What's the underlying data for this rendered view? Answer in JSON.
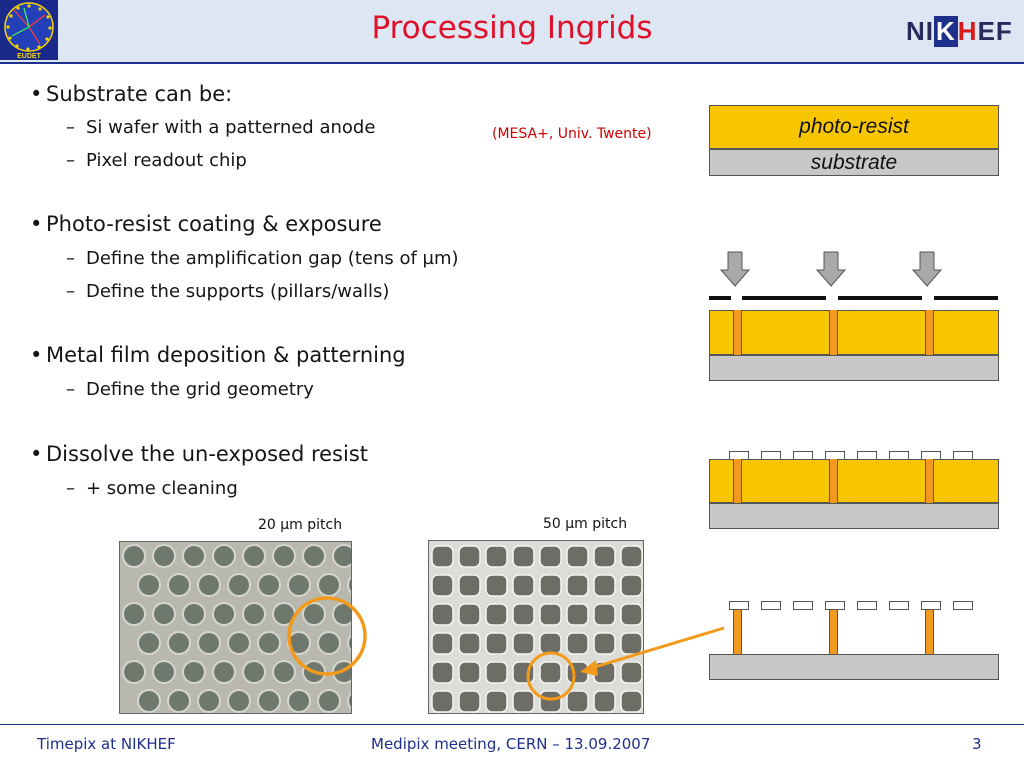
{
  "header": {
    "title": "Processing Ingrids",
    "nikhef_logo": {
      "part1": "NI",
      "part2": "K",
      "part3": "H",
      "part4": "EF"
    },
    "eudet_logo_text": "EUDET"
  },
  "bullets": [
    {
      "text": "Substrate can be:",
      "subs": [
        "Si wafer with a patterned anode",
        "Pixel readout chip"
      ]
    },
    {
      "text": "Photo-resist coating & exposure",
      "subs": [
        "Define the amplification gap (tens of µm)",
        "Define the supports (pillars/walls)"
      ]
    },
    {
      "text": "Metal film deposition & patterning",
      "subs": [
        "Define the grid geometry"
      ]
    },
    {
      "text": "Dissolve the un-exposed resist",
      "subs": [
        "+ some cleaning"
      ]
    }
  ],
  "credit": "(MESA+, Univ. Twente)",
  "photos": {
    "left_caption": "20 µm pitch",
    "right_caption": "50 µm pitch"
  },
  "diagram": {
    "resist_label": "photo-resist",
    "substrate_label": "substrate"
  },
  "footer": {
    "left": "Timepix at NIKHEF",
    "center": "Medipix meeting, CERN – 13.09.2007",
    "page": "3"
  },
  "colors": {
    "title": "#e0102a",
    "header_bg": "#dde6f3",
    "resist": "#f7c600",
    "substrate": "#c8c8c8",
    "pillar": "#f29a1d",
    "highlight": "#f39a1a",
    "credit": "#cc0000",
    "footer_text": "#1e2f8c"
  }
}
